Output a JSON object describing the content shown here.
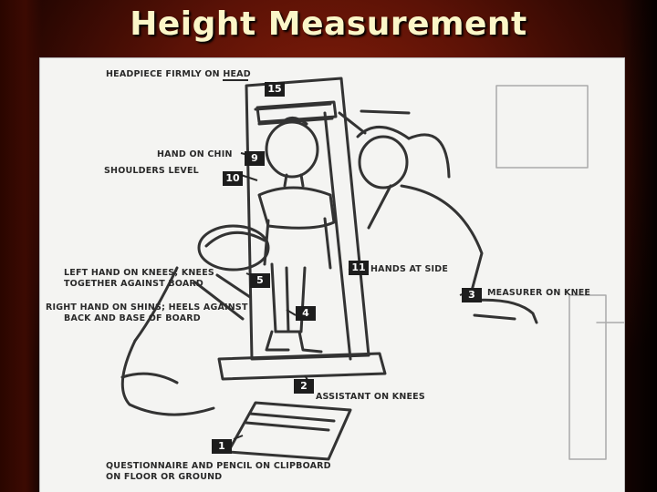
{
  "slide": {
    "title": "Height Measurement",
    "colors": {
      "background": "#5c1206",
      "title_text": "#fbf6c8",
      "panel": "#f4f4f2",
      "ink": "#2a2a2a"
    }
  },
  "diagram": {
    "labels": {
      "headpiece": "HEADPIECE FIRMLY ON HEAD",
      "hand_on_chin": "HAND ON CHIN",
      "shoulders_level": "SHOULDERS LEVEL",
      "left_hand": "LEFT HAND ON KNEES; KNEES",
      "left_hand_2": "TOGETHER  AGAINST BOARD",
      "right_hand": "RIGHT HAND ON SHINS; HEELS AGAINST",
      "right_hand_2": "BACK AND BASE OF BOARD",
      "hands_at_side": "HANDS AT SIDE",
      "measurer_on_knee": "MEASURER ON KNEE",
      "assistant_on_knees": "ASSISTANT ON KNEES",
      "questionnaire": "QUESTIONNAIRE AND PENCIL ON CLIPBOARD",
      "questionnaire_2": "ON FLOOR OR GROUND"
    },
    "numbers": {
      "n15": "15",
      "n9": "9",
      "n10": "10",
      "n5": "5",
      "n4": "4",
      "n11": "11",
      "n3": "3",
      "n2": "2",
      "n1": "1"
    }
  }
}
